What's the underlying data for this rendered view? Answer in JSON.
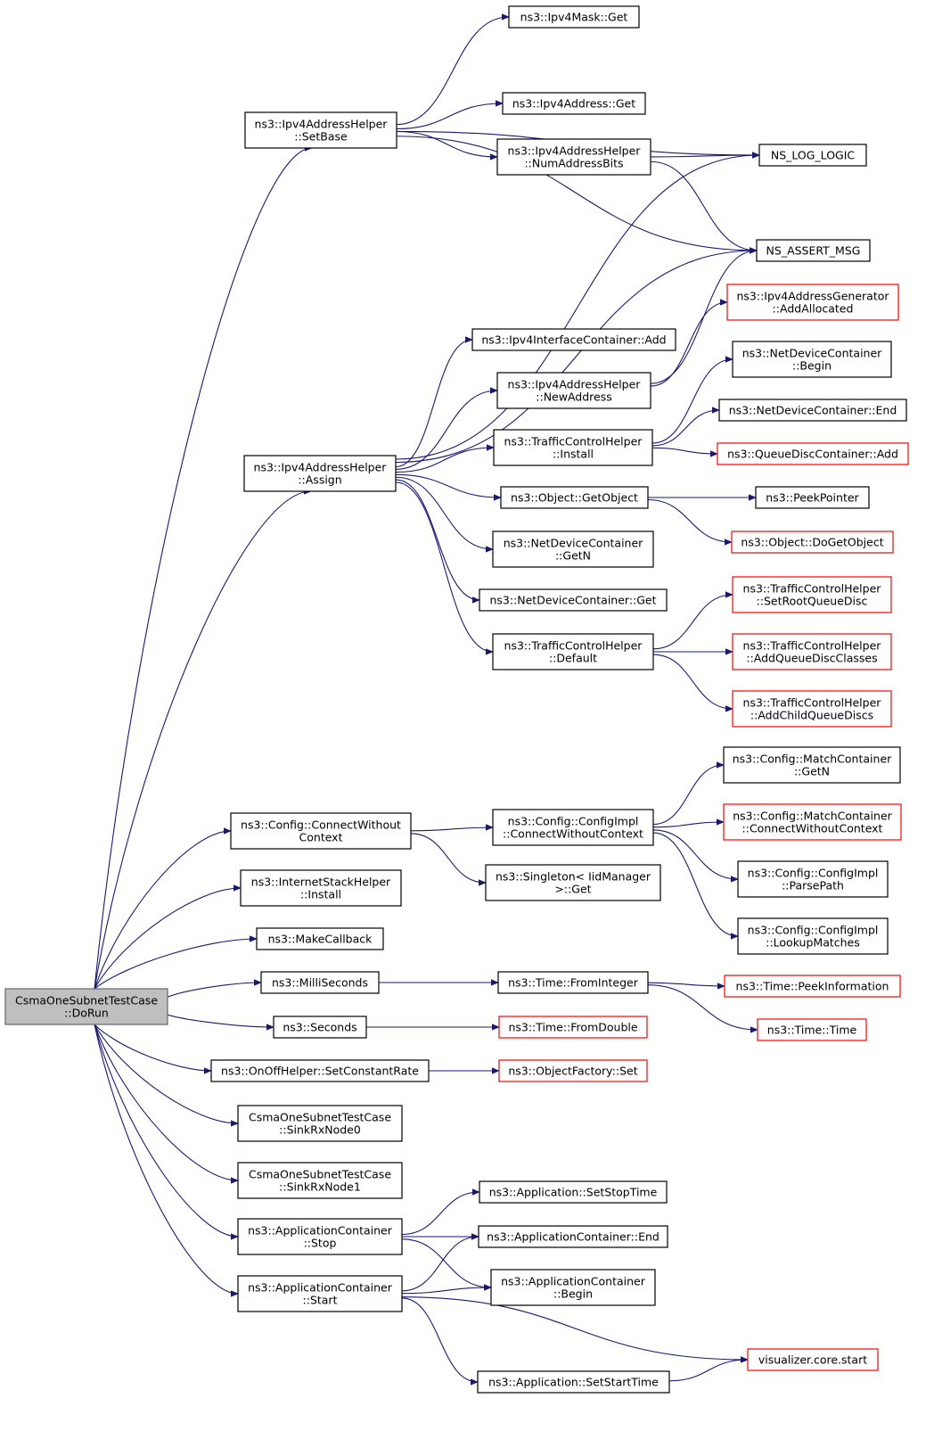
{
  "diagram": {
    "nodes": [
      {
        "id": "root",
        "lines": [
          "CsmaOneSubnetTestCase",
          "::DoRun"
        ],
        "style": "root"
      },
      {
        "id": "setbase",
        "lines": [
          "ns3::Ipv4AddressHelper",
          "::SetBase"
        ],
        "style": "normal"
      },
      {
        "id": "maskget",
        "lines": [
          "ns3::Ipv4Mask::Get"
        ],
        "style": "normal"
      },
      {
        "id": "addrget",
        "lines": [
          "ns3::Ipv4Address::Get"
        ],
        "style": "normal"
      },
      {
        "id": "numbits",
        "lines": [
          "ns3::Ipv4AddressHelper",
          "::NumAddressBits"
        ],
        "style": "normal"
      },
      {
        "id": "loglogic",
        "lines": [
          "NS_LOG_LOGIC"
        ],
        "style": "normal"
      },
      {
        "id": "assertmsg",
        "lines": [
          "NS_ASSERT_MSG"
        ],
        "style": "normal"
      },
      {
        "id": "addalloc",
        "lines": [
          "ns3::Ipv4AddressGenerator",
          "::AddAllocated"
        ],
        "style": "red"
      },
      {
        "id": "ifcadd",
        "lines": [
          "ns3::Ipv4InterfaceContainer::Add"
        ],
        "style": "normal"
      },
      {
        "id": "newaddr",
        "lines": [
          "ns3::Ipv4AddressHelper",
          "::NewAddress"
        ],
        "style": "normal"
      },
      {
        "id": "ndcbegin",
        "lines": [
          "ns3::NetDeviceContainer",
          "::Begin"
        ],
        "style": "normal"
      },
      {
        "id": "ndcend",
        "lines": [
          "ns3::NetDeviceContainer::End"
        ],
        "style": "normal"
      },
      {
        "id": "tcinstall",
        "lines": [
          "ns3::TrafficControlHelper",
          "::Install"
        ],
        "style": "normal"
      },
      {
        "id": "qdcadd",
        "lines": [
          "ns3::QueueDiscContainer::Add"
        ],
        "style": "red"
      },
      {
        "id": "assign",
        "lines": [
          "ns3::Ipv4AddressHelper",
          "::Assign"
        ],
        "style": "normal"
      },
      {
        "id": "getobject",
        "lines": [
          "ns3::Object::GetObject"
        ],
        "style": "normal"
      },
      {
        "id": "peekptr",
        "lines": [
          "ns3::PeekPointer"
        ],
        "style": "normal"
      },
      {
        "id": "ndcgetn",
        "lines": [
          "ns3::NetDeviceContainer",
          "::GetN"
        ],
        "style": "normal"
      },
      {
        "id": "dogetobj",
        "lines": [
          "ns3::Object::DoGetObject"
        ],
        "style": "red"
      },
      {
        "id": "ndcget",
        "lines": [
          "ns3::NetDeviceContainer::Get"
        ],
        "style": "normal"
      },
      {
        "id": "setrootqd",
        "lines": [
          "ns3::TrafficControlHelper",
          "::SetRootQueueDisc"
        ],
        "style": "red"
      },
      {
        "id": "tcdefault",
        "lines": [
          "ns3::TrafficControlHelper",
          "::Default"
        ],
        "style": "normal"
      },
      {
        "id": "addqdc",
        "lines": [
          "ns3::TrafficControlHelper",
          "::AddQueueDiscClasses"
        ],
        "style": "red"
      },
      {
        "id": "addcqd",
        "lines": [
          "ns3::TrafficControlHelper",
          "::AddChildQueueDiscs"
        ],
        "style": "red"
      },
      {
        "id": "mcgetn",
        "lines": [
          "ns3::Config::MatchContainer",
          "::GetN"
        ],
        "style": "normal"
      },
      {
        "id": "cfgconnect",
        "lines": [
          "ns3::Config::ConnectWithout",
          "Context"
        ],
        "style": "normal"
      },
      {
        "id": "implconnect",
        "lines": [
          "ns3::Config::ConfigImpl",
          "::ConnectWithoutContext"
        ],
        "style": "normal"
      },
      {
        "id": "mcconnect",
        "lines": [
          "ns3::Config::MatchContainer",
          "::ConnectWithoutContext"
        ],
        "style": "red"
      },
      {
        "id": "ishinstall",
        "lines": [
          "ns3::InternetStackHelper",
          "::Install"
        ],
        "style": "normal"
      },
      {
        "id": "singleton",
        "lines": [
          "ns3::Singleton< IidManager",
          ">::Get"
        ],
        "style": "normal"
      },
      {
        "id": "parsepath",
        "lines": [
          "ns3::Config::ConfigImpl",
          "::ParsePath"
        ],
        "style": "normal"
      },
      {
        "id": "lookup",
        "lines": [
          "ns3::Config::ConfigImpl",
          "::LookupMatches"
        ],
        "style": "normal"
      },
      {
        "id": "makecb",
        "lines": [
          "ns3::MakeCallback"
        ],
        "style": "normal"
      },
      {
        "id": "millisec",
        "lines": [
          "ns3::MilliSeconds"
        ],
        "style": "normal"
      },
      {
        "id": "fromint",
        "lines": [
          "ns3::Time::FromInteger"
        ],
        "style": "normal"
      },
      {
        "id": "peekinfo",
        "lines": [
          "ns3::Time::PeekInformation"
        ],
        "style": "red"
      },
      {
        "id": "seconds",
        "lines": [
          "ns3::Seconds"
        ],
        "style": "normal"
      },
      {
        "id": "fromdouble",
        "lines": [
          "ns3::Time::FromDouble"
        ],
        "style": "red"
      },
      {
        "id": "timetime",
        "lines": [
          "ns3::Time::Time"
        ],
        "style": "red"
      },
      {
        "id": "constrate",
        "lines": [
          "ns3::OnOffHelper::SetConstantRate"
        ],
        "style": "normal"
      },
      {
        "id": "objfactset",
        "lines": [
          "ns3::ObjectFactory::Set"
        ],
        "style": "red"
      },
      {
        "id": "sink0",
        "lines": [
          "CsmaOneSubnetTestCase",
          "::SinkRxNode0"
        ],
        "style": "normal"
      },
      {
        "id": "sink1",
        "lines": [
          "CsmaOneSubnetTestCase",
          "::SinkRxNode1"
        ],
        "style": "normal"
      },
      {
        "id": "setstoptime",
        "lines": [
          "ns3::Application::SetStopTime"
        ],
        "style": "normal"
      },
      {
        "id": "acstop",
        "lines": [
          "ns3::ApplicationContainer",
          "::Stop"
        ],
        "style": "normal"
      },
      {
        "id": "acend",
        "lines": [
          "ns3::ApplicationContainer::End"
        ],
        "style": "normal"
      },
      {
        "id": "acbegin",
        "lines": [
          "ns3::ApplicationContainer",
          "::Begin"
        ],
        "style": "normal"
      },
      {
        "id": "acstart",
        "lines": [
          "ns3::ApplicationContainer",
          "::Start"
        ],
        "style": "normal"
      },
      {
        "id": "vizstart",
        "lines": [
          "visualizer.core.start"
        ],
        "style": "red"
      },
      {
        "id": "setstarttime",
        "lines": [
          "ns3::Application::SetStartTime"
        ],
        "style": "normal"
      }
    ],
    "edges": [
      [
        "root",
        "setbase"
      ],
      [
        "root",
        "assign"
      ],
      [
        "root",
        "cfgconnect"
      ],
      [
        "root",
        "ishinstall"
      ],
      [
        "root",
        "makecb"
      ],
      [
        "root",
        "millisec"
      ],
      [
        "root",
        "seconds"
      ],
      [
        "root",
        "constrate"
      ],
      [
        "root",
        "sink0"
      ],
      [
        "root",
        "sink1"
      ],
      [
        "root",
        "acstop"
      ],
      [
        "root",
        "acstart"
      ],
      [
        "setbase",
        "maskget"
      ],
      [
        "setbase",
        "loglogic"
      ],
      [
        "setbase",
        "addrget"
      ],
      [
        "setbase",
        "numbits"
      ],
      [
        "setbase",
        "assertmsg"
      ],
      [
        "numbits",
        "loglogic"
      ],
      [
        "numbits",
        "assertmsg"
      ],
      [
        "assign",
        "loglogic"
      ],
      [
        "assign",
        "assertmsg"
      ],
      [
        "assign",
        "ifcadd"
      ],
      [
        "assign",
        "newaddr"
      ],
      [
        "assign",
        "tcinstall"
      ],
      [
        "assign",
        "getobject"
      ],
      [
        "assign",
        "ndcgetn"
      ],
      [
        "assign",
        "ndcget"
      ],
      [
        "assign",
        "tcdefault"
      ],
      [
        "newaddr",
        "assertmsg"
      ],
      [
        "newaddr",
        "addalloc"
      ],
      [
        "tcinstall",
        "ndcbegin"
      ],
      [
        "tcinstall",
        "ndcend"
      ],
      [
        "tcinstall",
        "qdcadd"
      ],
      [
        "getobject",
        "peekptr"
      ],
      [
        "getobject",
        "dogetobj"
      ],
      [
        "tcdefault",
        "setrootqd"
      ],
      [
        "tcdefault",
        "addqdc"
      ],
      [
        "tcdefault",
        "addcqd"
      ],
      [
        "cfgconnect",
        "implconnect"
      ],
      [
        "cfgconnect",
        "singleton"
      ],
      [
        "implconnect",
        "mcgetn"
      ],
      [
        "implconnect",
        "mcconnect"
      ],
      [
        "implconnect",
        "parsepath"
      ],
      [
        "implconnect",
        "lookup"
      ],
      [
        "millisec",
        "fromint"
      ],
      [
        "fromint",
        "peekinfo"
      ],
      [
        "fromint",
        "timetime"
      ],
      [
        "seconds",
        "fromdouble"
      ],
      [
        "constrate",
        "objfactset"
      ],
      [
        "acstop",
        "setstoptime"
      ],
      [
        "acstop",
        "acend"
      ],
      [
        "acstop",
        "acbegin"
      ],
      [
        "acstart",
        "acend"
      ],
      [
        "acstart",
        "acbegin"
      ],
      [
        "acstart",
        "vizstart"
      ],
      [
        "acstart",
        "setstarttime"
      ],
      [
        "setstarttime",
        "vizstart"
      ]
    ]
  }
}
